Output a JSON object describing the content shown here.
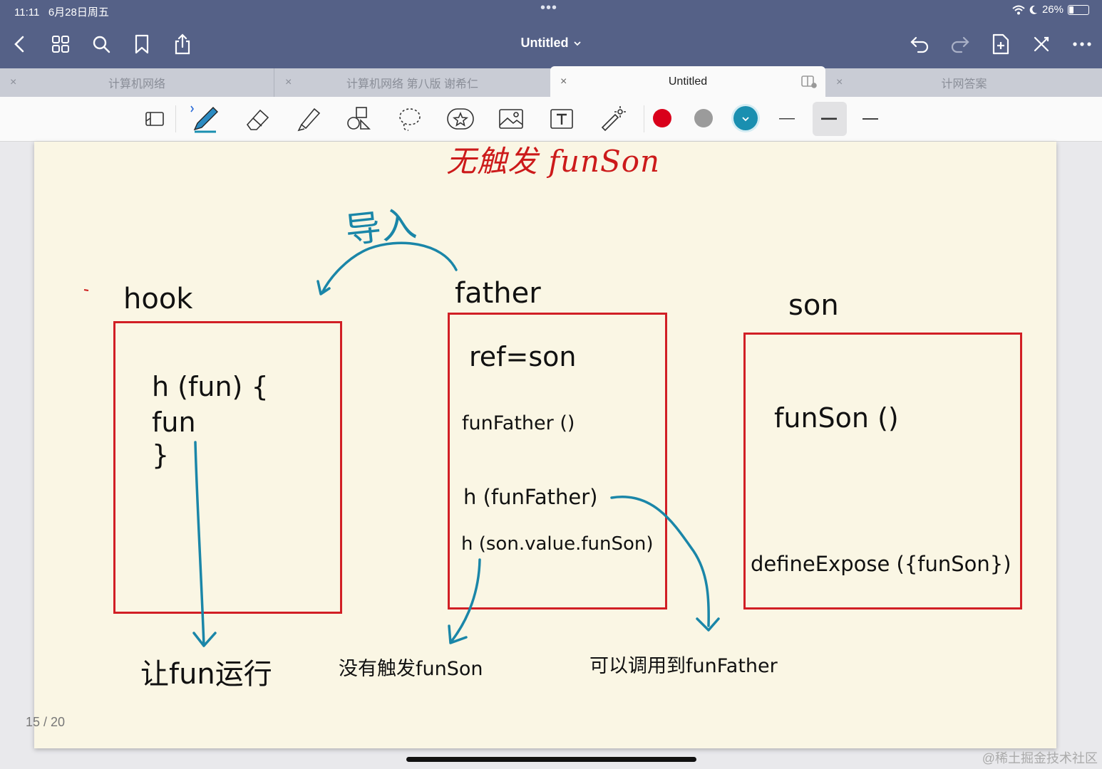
{
  "status_bar": {
    "time": "11:11",
    "date": "6月28日周五",
    "battery": "26%",
    "dots": "•••"
  },
  "nav": {
    "title": "Untitled",
    "icons": [
      "back-icon",
      "grid-icon",
      "search-icon",
      "bookmark-icon",
      "share-icon",
      "undo-icon",
      "redo-icon",
      "add-page-icon",
      "close-x-icon",
      "more-icon"
    ]
  },
  "tabs": [
    {
      "label": "计算机网络",
      "close": "×"
    },
    {
      "label": "计算机网络 第八版 谢希仁",
      "close": "×"
    },
    {
      "label": "Untitled",
      "close": "×",
      "active": true
    },
    {
      "label": "计网答案",
      "close": "×"
    }
  ],
  "toolbar": {
    "tools": [
      "read-mode-icon",
      "pen-icon",
      "eraser-icon",
      "highlighter-icon",
      "shapes-icon",
      "lasso-icon",
      "sticker-icon",
      "image-icon",
      "text-icon",
      "laser-pointer-icon"
    ],
    "colors": [
      "#d9001b",
      "#9b9b9b",
      "#1a8fb0"
    ],
    "selected_color": "#1a8fb0",
    "stroke_selected": 2
  },
  "canvas": {
    "top_note": "无触发 funSon",
    "import_note": "导入",
    "hook_label": "hook",
    "father_label": "father",
    "son_label": "son",
    "hook_code": [
      "h (fun) {",
      "fun",
      "}"
    ],
    "father_ref": "ref=son",
    "father_fn": "funFather ()",
    "father_call1": "h (funFather)",
    "father_call2": "h (son.value.funSon)",
    "son_fn": "funSon ()",
    "son_expose": "defineExpose ({funSon})",
    "run_note": "让fun运行",
    "no_trigger_note": "没有触发funSon",
    "callable_note": "可以调用到funFather"
  },
  "page_indicator": "15 / 20",
  "watermark": "@稀土掘金技术社区"
}
